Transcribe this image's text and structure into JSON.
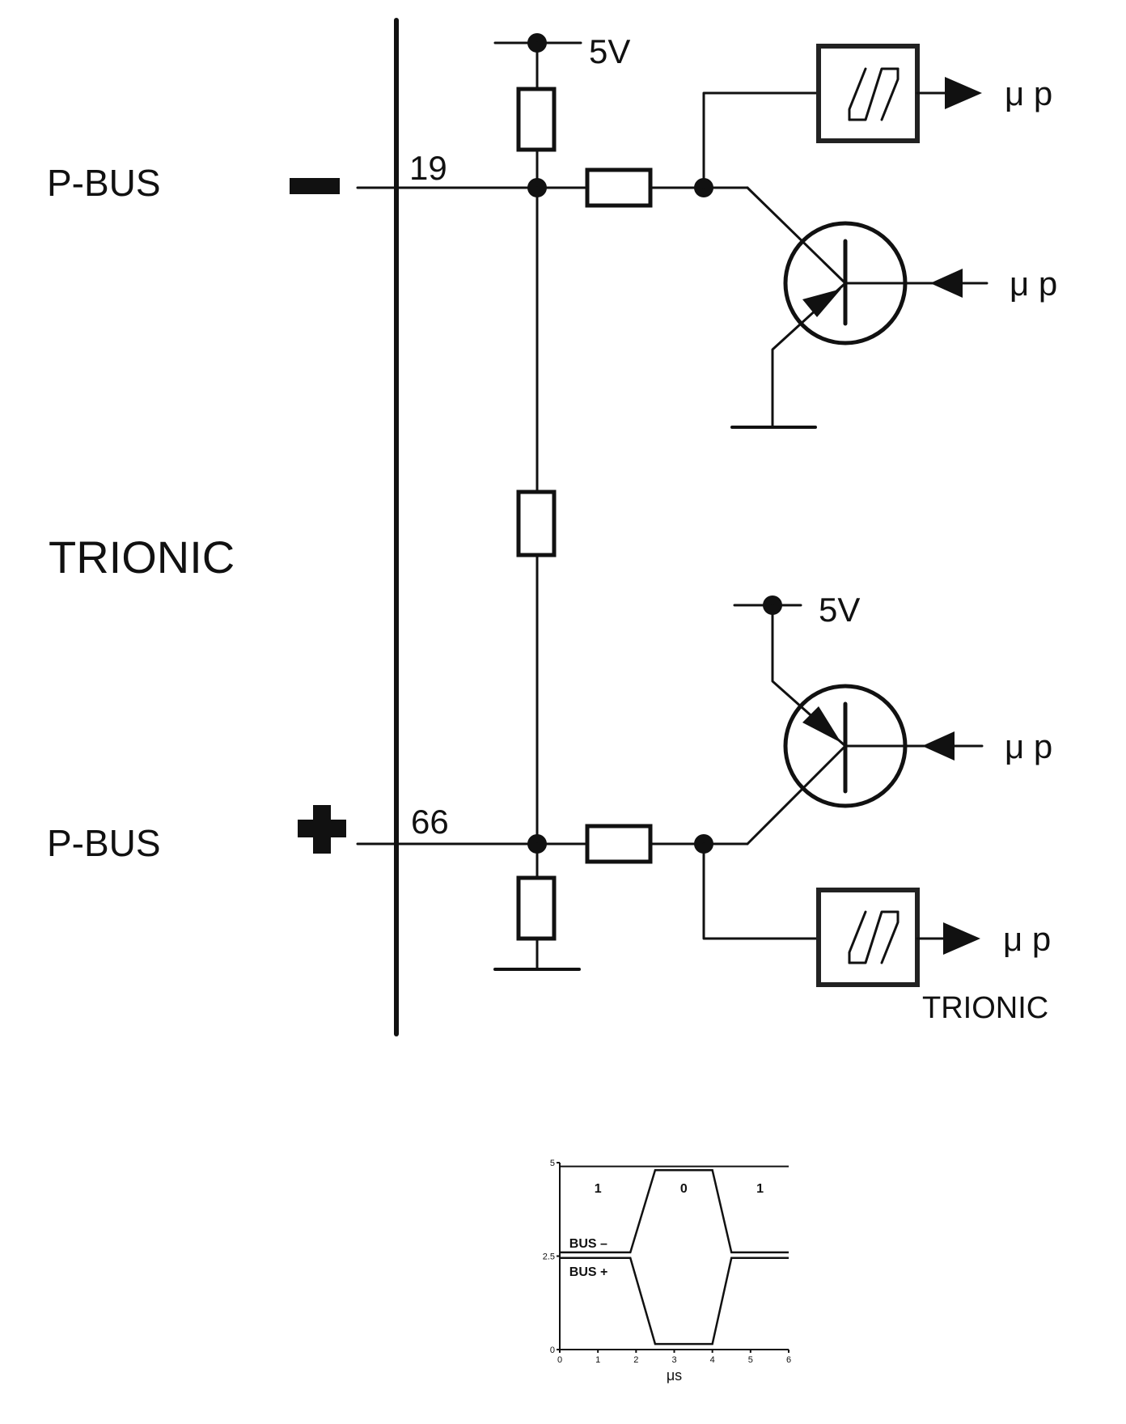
{
  "labels": {
    "pbus_top": "P-BUS",
    "pbus_bottom": "P-BUS",
    "trionic_left": "TRIONIC",
    "trionic_right": "TRIONIC",
    "pin_top": "19",
    "pin_bottom": "66",
    "v_top": "5V",
    "v_bottom": "5V",
    "up_1": "μ p",
    "up_2": "μ p",
    "up_3": "μ p",
    "up_4": "μ p"
  },
  "chart_data": {
    "type": "line",
    "xlabel": "μs",
    "xlim": [
      0,
      6
    ],
    "ylim": [
      0,
      5
    ],
    "x_ticks": [
      "0",
      "1",
      "2",
      "3",
      "4",
      "5",
      "6"
    ],
    "y_ticks": [
      "0",
      "2.5",
      "5"
    ],
    "bit_labels": [
      {
        "x": 1.0,
        "text": "1"
      },
      {
        "x": 3.25,
        "text": "0"
      },
      {
        "x": 5.25,
        "text": "1"
      }
    ],
    "series": [
      {
        "name": "BUS –",
        "points": [
          [
            0,
            2.6
          ],
          [
            1.85,
            2.6
          ],
          [
            2.5,
            4.8
          ],
          [
            4.0,
            4.8
          ],
          [
            4.5,
            2.6
          ],
          [
            6,
            2.6
          ]
        ]
      },
      {
        "name": "BUS +",
        "points": [
          [
            0,
            2.45
          ],
          [
            1.85,
            2.45
          ],
          [
            2.5,
            0.15
          ],
          [
            4.0,
            0.15
          ],
          [
            4.5,
            2.45
          ],
          [
            6,
            2.45
          ]
        ]
      }
    ],
    "reference_line": 4.9
  }
}
